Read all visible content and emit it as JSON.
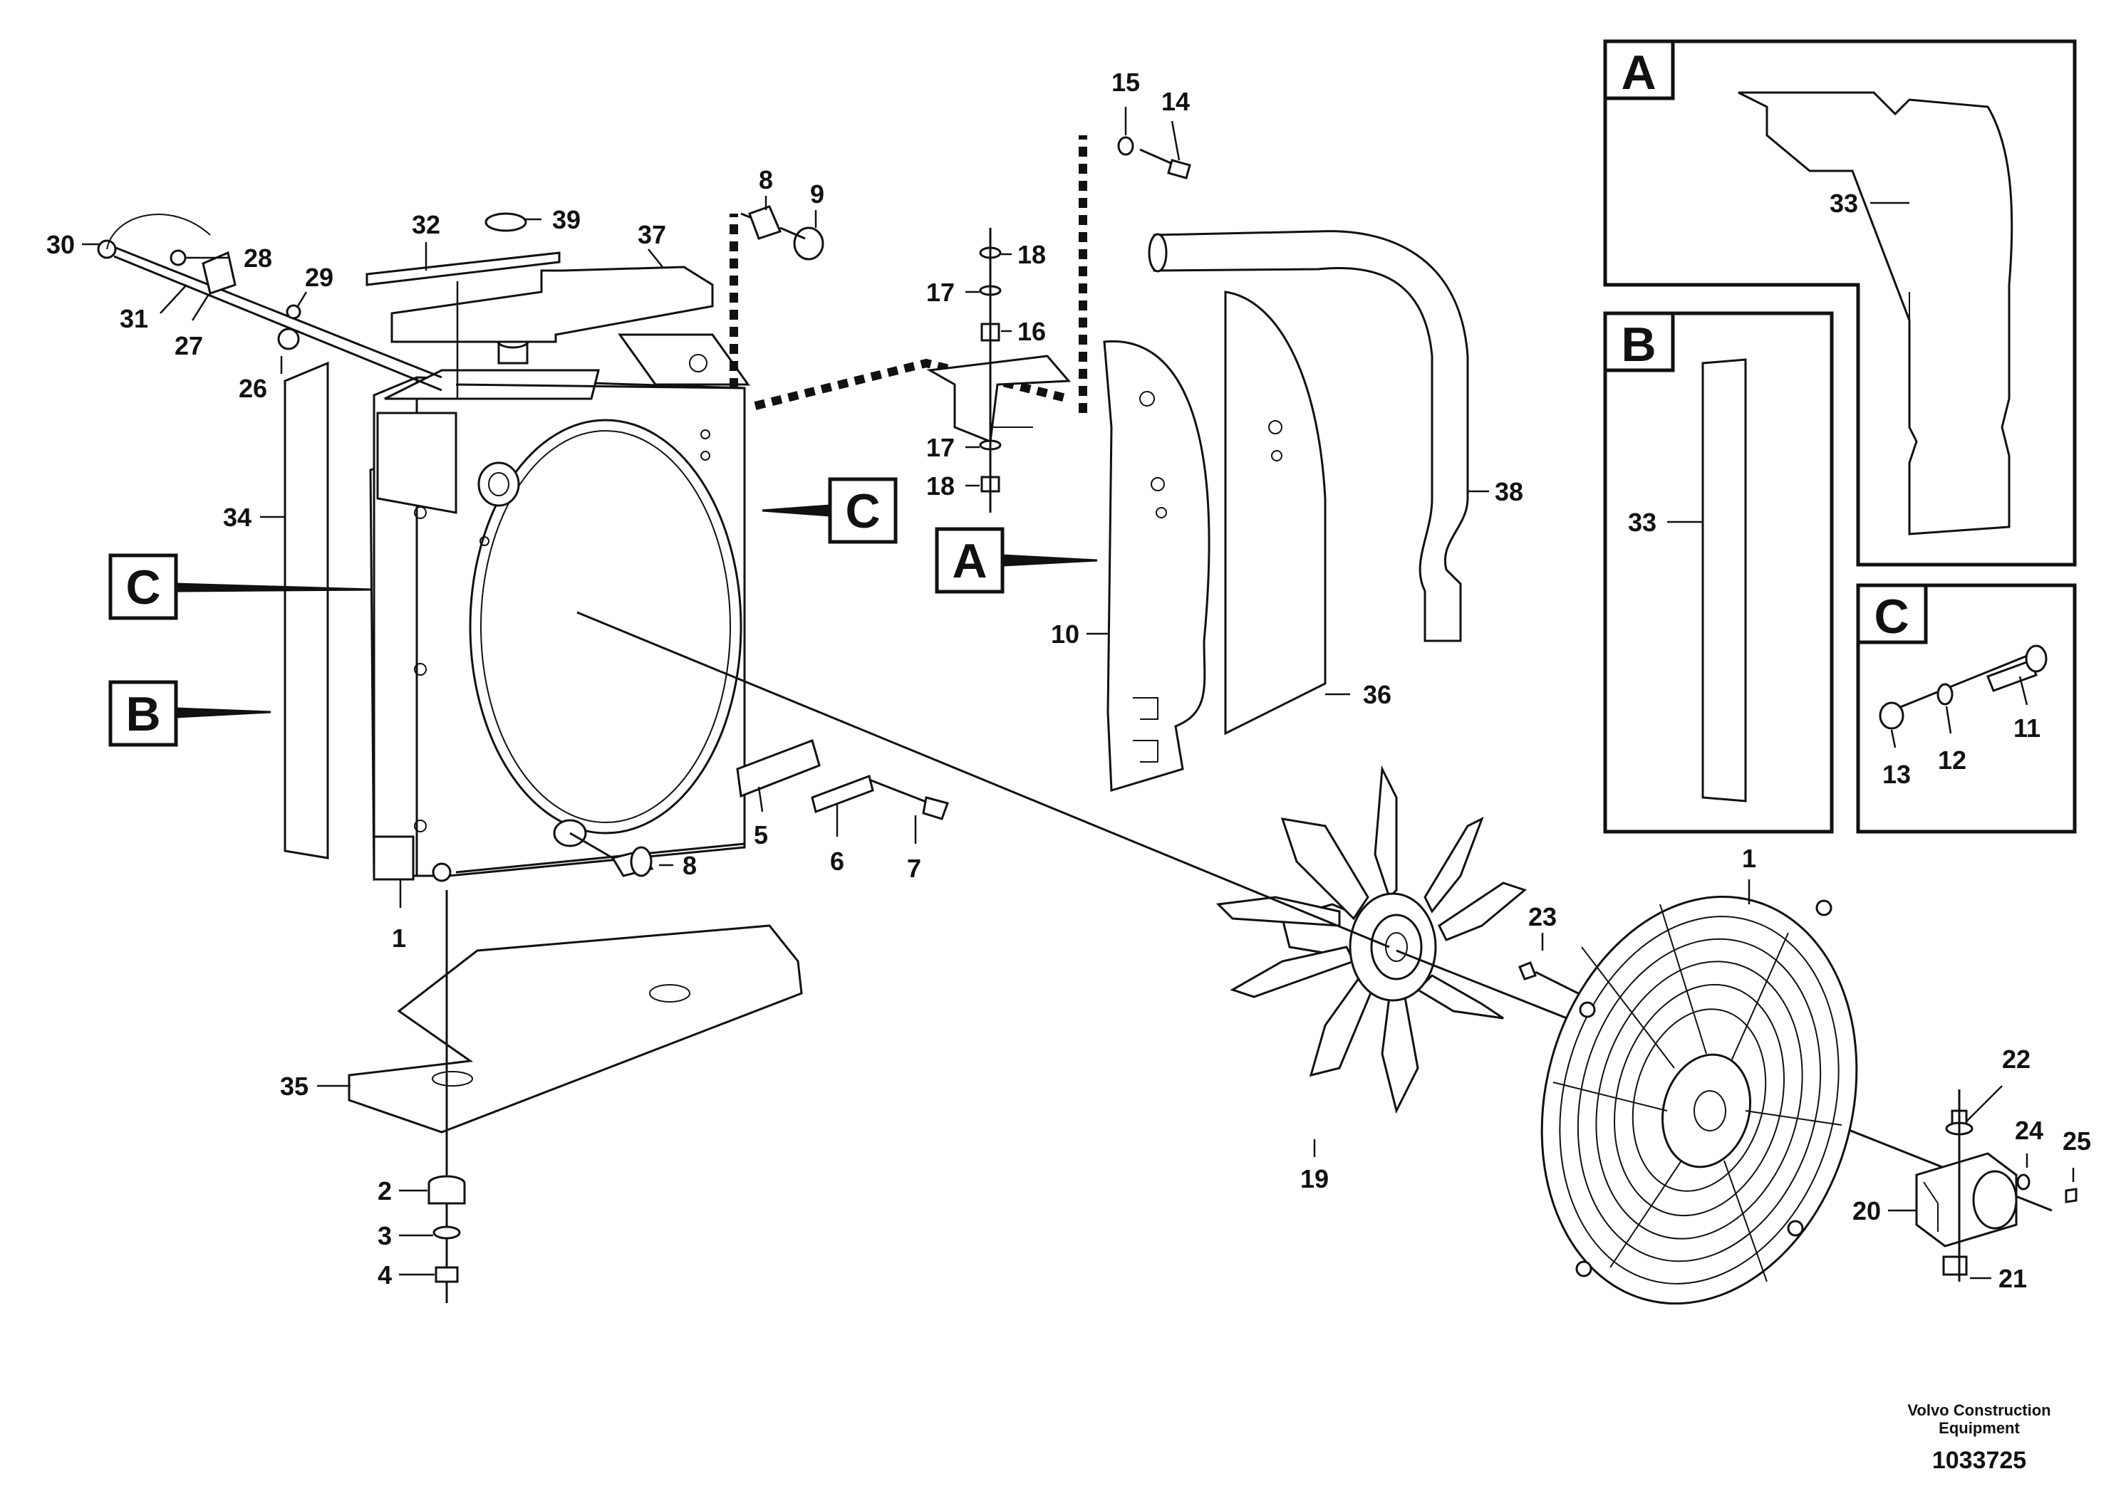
{
  "labels": {
    "p1": "1",
    "p1b": "1",
    "p2": "2",
    "p3": "3",
    "p4": "4",
    "p5": "5",
    "p6": "6",
    "p7": "7",
    "p8a": "8",
    "p8b": "8",
    "p9": "9",
    "p10": "10",
    "p11": "11",
    "p12": "12",
    "p13": "13",
    "p14": "14",
    "p15": "15",
    "p16": "16",
    "p17a": "17",
    "p17b": "17",
    "p18a": "18",
    "p18b": "18",
    "p19": "19",
    "p20": "20",
    "p21": "21",
    "p22": "22",
    "p23": "23",
    "p24": "24",
    "p25": "25",
    "p26": "26",
    "p27": "27",
    "p28": "28",
    "p29": "29",
    "p30": "30",
    "p31": "31",
    "p32": "32",
    "p33a": "33",
    "p33b": "33",
    "p34": "34",
    "p35": "35",
    "p36": "36",
    "p37": "37",
    "p38": "38",
    "p39": "39"
  },
  "callouts": {
    "c_main_left": "C",
    "b_main_left": "B",
    "c_main_right": "C",
    "a_main": "A"
  },
  "details": {
    "a": "A",
    "b": "B",
    "c": "C"
  },
  "footer": {
    "company_line1": "Volvo Construction",
    "company_line2": "Equipment",
    "doc_number": "1033725"
  }
}
